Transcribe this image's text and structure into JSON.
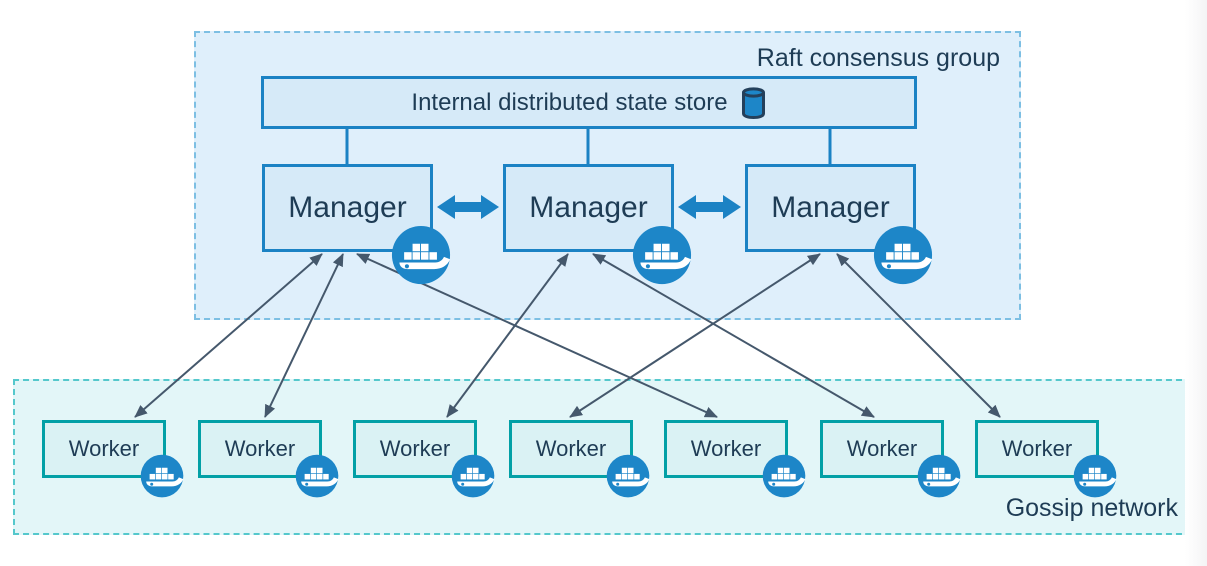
{
  "raft_group": {
    "label": "Raft consensus group"
  },
  "state_store": {
    "label": "Internal distributed state store",
    "icon": "database-cylinder-icon"
  },
  "managers": [
    {
      "label": "Manager"
    },
    {
      "label": "Manager"
    },
    {
      "label": "Manager"
    }
  ],
  "workers": [
    {
      "label": "Worker"
    },
    {
      "label": "Worker"
    },
    {
      "label": "Worker"
    },
    {
      "label": "Worker"
    },
    {
      "label": "Worker"
    },
    {
      "label": "Worker"
    },
    {
      "label": "Worker"
    }
  ],
  "gossip_network": {
    "label": "Gossip network"
  },
  "icons": {
    "node_badge": "docker-whale-icon"
  },
  "connections": {
    "store_to_managers": [
      1,
      2,
      3
    ],
    "manager_peer_links": [
      [
        1,
        2
      ],
      [
        2,
        3
      ]
    ],
    "manager_worker_links": [
      {
        "manager": 1,
        "worker": 1
      },
      {
        "manager": 1,
        "worker": 2
      },
      {
        "manager": 1,
        "worker": 5
      },
      {
        "manager": 2,
        "worker": 3
      },
      {
        "manager": 2,
        "worker": 6
      },
      {
        "manager": 3,
        "worker": 4
      },
      {
        "manager": 3,
        "worker": 7
      }
    ]
  },
  "colors": {
    "raft_fill": "#dfeffb",
    "raft_border": "#7dbfe3",
    "node_fill": "#d6eaf8",
    "node_border": "#1b82c4",
    "worker_fill": "#daf2f4",
    "worker_border": "#02a0a6",
    "gossip_fill": "#e3f6f8",
    "gossip_border": "#55c8cc",
    "badge_blue": "#1d86c8",
    "text_navy": "#1e3c55",
    "thin_arrow": "#45586c",
    "thick_arrow": "#1b82c4"
  }
}
